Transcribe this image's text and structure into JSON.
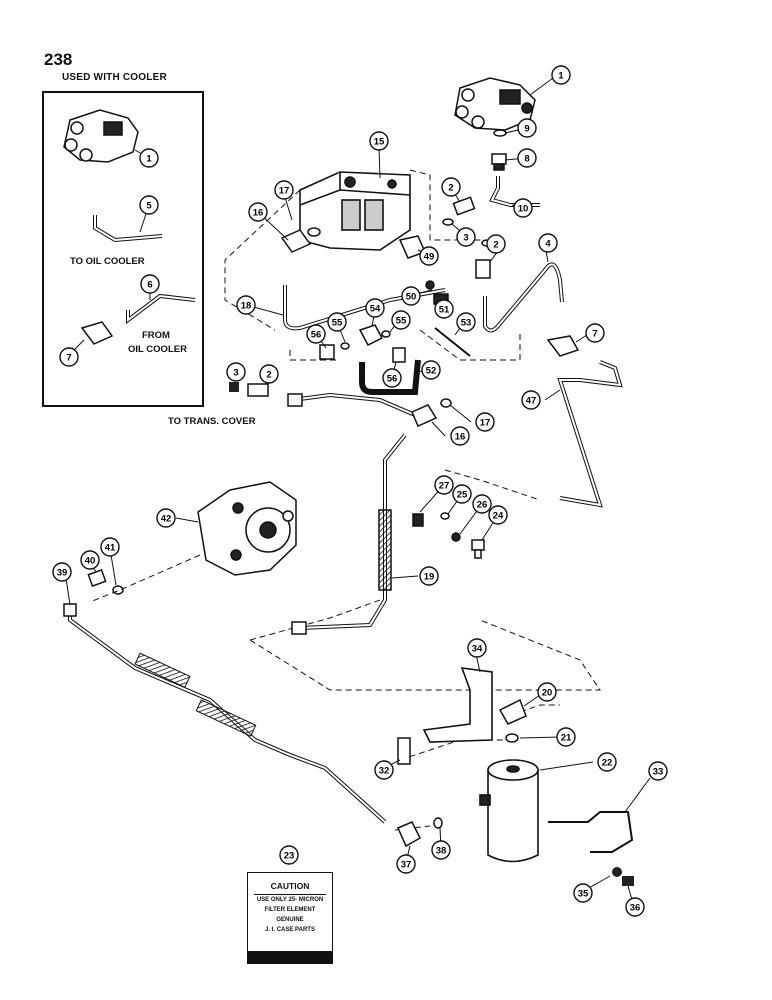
{
  "page_number": "238",
  "inset": {
    "title": "USED WITH COOLER",
    "label_to_cooler": "TO OIL COOLER",
    "label_from_cooler_line1": "FROM",
    "label_from_cooler_line2": "OIL COOLER"
  },
  "label_trans_cover": "TO TRANS. COVER",
  "caution": {
    "heading": "CAUTION",
    "lines": [
      "USE ONLY 25- MICRON",
      "FILTER ELEMENT",
      "GENUINE",
      "J. I. CASE PARTS"
    ]
  },
  "callouts": [
    "1",
    "9",
    "8",
    "15",
    "2",
    "10",
    "17",
    "16",
    "3",
    "49",
    "4",
    "2",
    "18",
    "50",
    "51",
    "54",
    "55",
    "55",
    "53",
    "7",
    "56",
    "56",
    "52",
    "3",
    "2",
    "1",
    "5",
    "6",
    "7",
    "47",
    "17",
    "16",
    "27",
    "25",
    "26",
    "24",
    "42",
    "39",
    "40",
    "41",
    "19",
    "34",
    "20",
    "21",
    "22",
    "33",
    "32",
    "37",
    "38",
    "23",
    "35",
    "36"
  ]
}
